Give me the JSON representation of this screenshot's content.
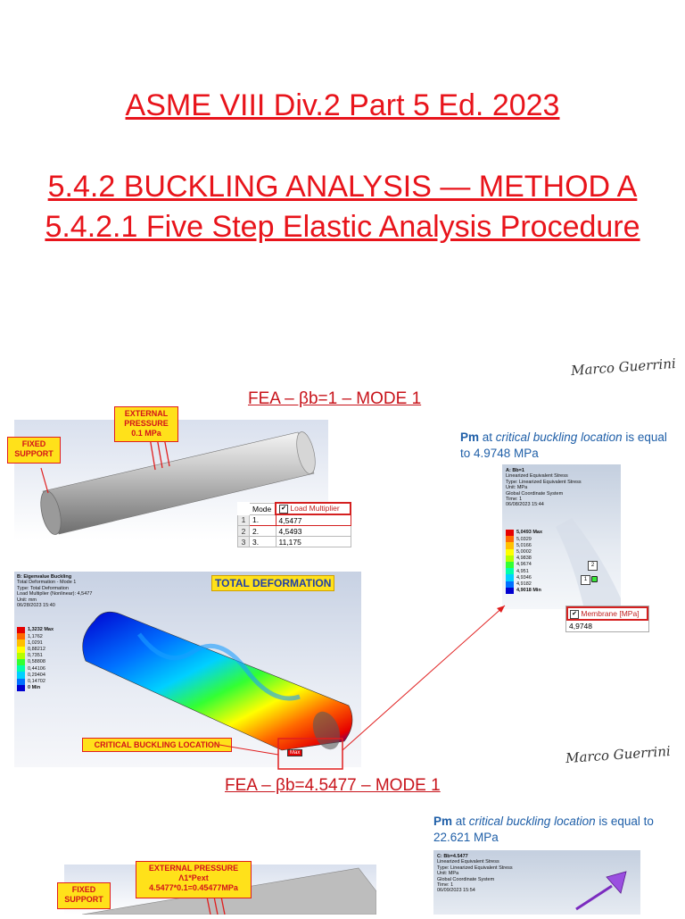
{
  "title": {
    "line1": "ASME VIII Div.2 Part 5 Ed. 2023",
    "line2": "5.4.2 BUCKLING ANALYSIS — METHOD A",
    "line3": "5.4.2.1 Five Step Elastic Analysis Procedure"
  },
  "signature": "Marco Guerrini",
  "section1": {
    "heading": "FEA – βb=1 – MODE 1",
    "callout_fixed": "FIXED SUPPORT",
    "callout_pressure_lines": [
      "EXTERNAL",
      "PRESSURE",
      "0.1 MPa"
    ],
    "table": {
      "headers": [
        "Mode",
        "Load Multiplier"
      ],
      "rows": [
        {
          "idx": "1",
          "mode": "1.",
          "value": "4,5477"
        },
        {
          "idx": "2",
          "mode": "2.",
          "value": "4,5493"
        },
        {
          "idx": "3",
          "mode": "3.",
          "value": "11,175"
        }
      ]
    },
    "deformation_label": "TOTAL DEFORMATION",
    "deformation_legend": {
      "header": [
        "B: Eigenvalue Buckling",
        "Total Deformation - Mode 1",
        "Type: Total Deformation",
        "Load Multiplier (Nonlinear): 4,5477",
        "Unit: mm",
        "06/28/2023 15:40"
      ],
      "levels": [
        "1,3232 Max",
        "1,1762",
        "1,0291",
        "0,88212",
        "0,7351",
        "0,58808",
        "0,44106",
        "0,29404",
        "0,14702",
        "0 Min"
      ]
    },
    "critical_label": "CRITICAL BUCKLING LOCATION",
    "max_tag": "Max",
    "pm_note": {
      "prefix": "Pm",
      "mid1": " at ",
      "italic": "critical buckling location",
      "mid2": " is equal to 4.9748 MPa"
    },
    "stress_legend": {
      "header": [
        "A: Bb=1",
        "Linearized Equivalent Stress",
        "Type: Linearized Equivalent Stress",
        "Unit: MPa",
        "Global Coordinate System",
        "Time: 1",
        "06/08/2023 15:44"
      ],
      "levels": [
        "5,0493 Max",
        "5,0329",
        "5,0166",
        "5,0002",
        "4,9838",
        "4,9674",
        "4,951",
        "4,9346",
        "4,9182",
        "4,9018 Min"
      ]
    },
    "membrane": {
      "header": "Membrane [MPa]",
      "value": "4,9748"
    },
    "markers": [
      "2",
      "1"
    ]
  },
  "section2": {
    "heading": "FEA – βb=4.5477 – MODE 1",
    "callout_fixed": "FIXED SUPPORT",
    "callout_pressure_lines": [
      "EXTERNAL PRESSURE",
      "Λ1*Pext",
      "4.5477*0.1=0.45477MPa"
    ],
    "pm_note": {
      "prefix": "Pm",
      "mid1": " at ",
      "italic": "critical buckling location",
      "mid2": " is equal to 22.621 MPa"
    },
    "stress_legend": {
      "header": [
        "C: Bb=4.5477",
        "Linearized Equivalent Stress",
        "Type: Linearized Equivalent Stress",
        "Unit: MPa",
        "Global Coordinate System",
        "Time: 1",
        "06/09/2023 15:54"
      ]
    }
  },
  "colors": {
    "title_red": "#e8141b",
    "callout_yellow": "#ffe11a",
    "note_blue": "#1f5fa8",
    "contour": [
      "#e60000",
      "#ff6a00",
      "#ffc000",
      "#ffff00",
      "#b5ff00",
      "#33ff33",
      "#00ffaa",
      "#00d0ff",
      "#0070ff",
      "#0000d0"
    ]
  }
}
